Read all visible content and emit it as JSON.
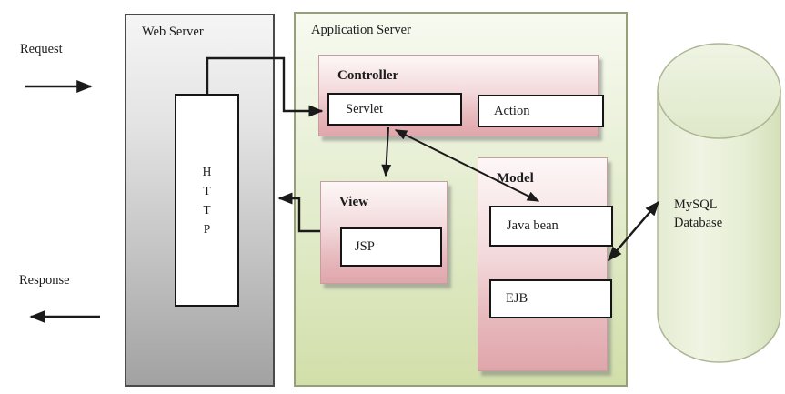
{
  "flow": {
    "request": "Request",
    "response": "Response"
  },
  "web_server": {
    "title": "Web Server",
    "protocol_letters": [
      "H",
      "T",
      "T",
      "P"
    ]
  },
  "application_server": {
    "title": "Application Server",
    "controller": {
      "title": "Controller",
      "servlet": "Servlet",
      "action": "Action"
    },
    "view": {
      "title": "View",
      "jsp": "JSP"
    },
    "model": {
      "title": "Model",
      "java_bean": "Java bean",
      "ejb": "EJB"
    }
  },
  "database": {
    "name": [
      "MySQL",
      "Database"
    ]
  },
  "colors": {
    "web_server_gray": "#a2a2a2",
    "app_server_green": "#d8e3b6",
    "panel_pink": "#dfa6ab",
    "database_green": "#e9f0da",
    "connector_black": "#1a1a1a"
  }
}
